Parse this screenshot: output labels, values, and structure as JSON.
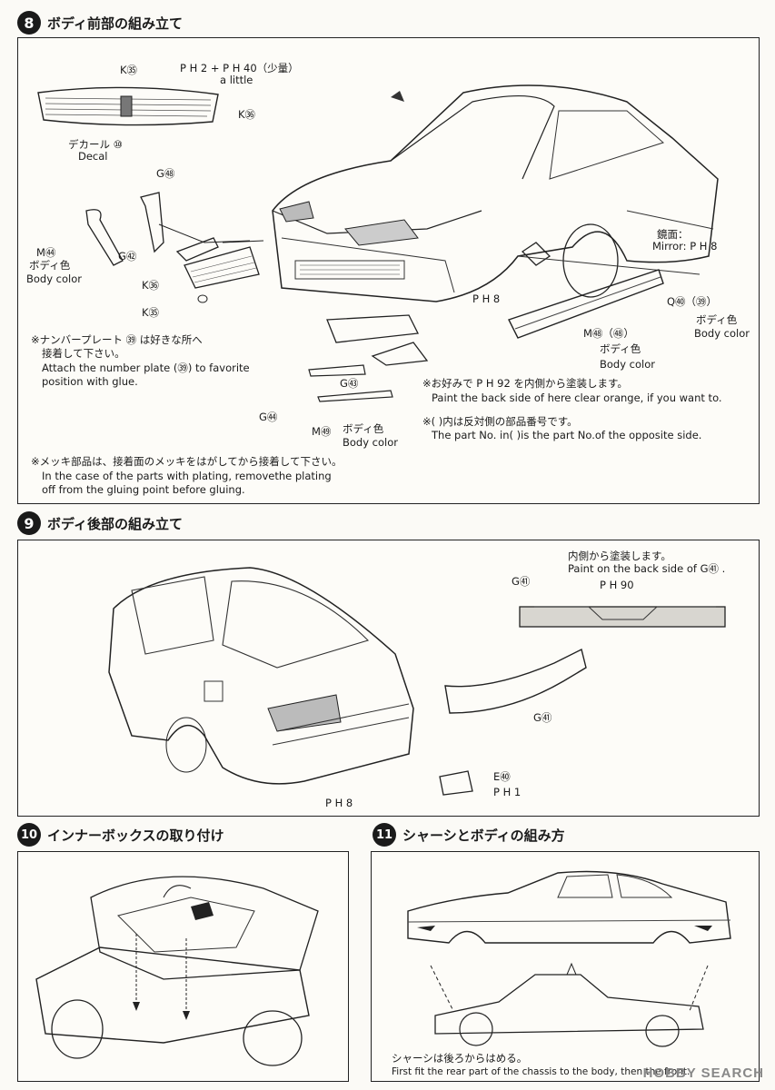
{
  "step8": {
    "number": "8",
    "title": "ボディ前部の組み立て",
    "labels": {
      "k85_top": "K㉟",
      "paint_ph": "P H 2 + P H 40（少量）",
      "a_little": "a little",
      "k86_top": "K㊱",
      "decal_jp": "デカール ⑩",
      "decal_en": "Decal",
      "g65": "G㊽",
      "m89": "M㊹",
      "body_color_jp_1": "ボディ色",
      "body_color_en_1": "Body color",
      "g62": "G㊷",
      "k86": "K㊱",
      "k85": "K㉟",
      "mirror_jp": "鏡面：",
      "mirror_en": "Mirror: P H 8",
      "ph8_front": "P H 8",
      "q95": "Q㊵（㊴）",
      "body_color_jp_2": "ボディ色",
      "body_color_en_2": "Body color",
      "m87": "M㊽（㊽）",
      "body_color_jp_3": "ボディ色",
      "body_color_en_3": "Body color",
      "g63": "G㊸",
      "g64": "G㊹",
      "m90": "M㊾",
      "body_color_jp_4": "ボディ色",
      "body_color_en_4": "Body color"
    },
    "notes": {
      "plate_jp_1": "※ナンバープレート ㊴ は好きな所へ",
      "plate_jp_2": "接着して下さい。",
      "plate_en_1": "Attach the number plate (㊴) to favorite",
      "plate_en_2": "position with glue.",
      "orange_jp": "※お好みで P H 92 を内側から塗装します。",
      "orange_en": "Paint the back side of here clear orange, if you want to.",
      "opposite_jp": "※(  )内は反対側の部品番号です。",
      "opposite_en": "The part No. in(   )is the part No.of the opposite side.",
      "plating_jp": "※メッキ部品は、接着面のメッキをはがしてから接着して下さい。",
      "plating_en_1": "In the case of the parts with plating, removethe plating",
      "plating_en_2": "off from the gluing point before gluing."
    }
  },
  "step9": {
    "number": "9",
    "title": "ボディ後部の組み立て",
    "labels": {
      "inside_jp": "内側から塗装します。",
      "inside_en": "Paint on the back side of G㊶ .",
      "g61_top": "G㊶",
      "ph90": "P H 90",
      "g61": "G㊶",
      "e40": "E㊵",
      "ph1": "P H 1",
      "ph8": "P H 8"
    }
  },
  "step10": {
    "number": "10",
    "title": "インナーボックスの取り付け"
  },
  "step11": {
    "number": "11",
    "title": "シャーシとボディの組み方",
    "note_jp": "シャーシは後ろからはめる。",
    "note_en": "First fit the rear part of the chassis to the body, then the front."
  },
  "watermark": "HOBBY SEARCH"
}
